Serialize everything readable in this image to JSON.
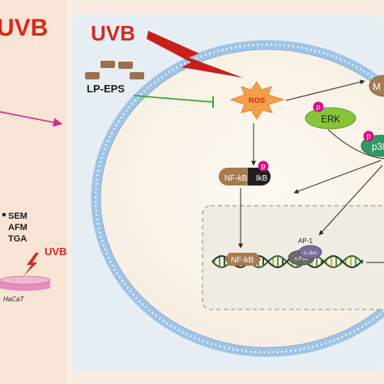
{
  "left_panel": {
    "uvb_title": "UVB",
    "techniques": [
      "SEM",
      "AFM",
      "TGA"
    ],
    "dish_uvb_label": "UVB",
    "dish_label": "HaCaT"
  },
  "main_panel": {
    "uvb_title": "UVB",
    "lp_eps_label": "LP-EPS",
    "ros_label": "ROS",
    "mapk_partial_label": "M",
    "erk_label": "ERK",
    "p38_partial_label": "p38",
    "phospho_marker": "p",
    "nfkb_label": "NF-kB",
    "ikb_label": "IkB",
    "nucleus_nfkb_label": "NF-kB",
    "ap1_label": "AP-1",
    "cfos_label": "c-Fos",
    "cjun_label": "c-Jun"
  },
  "colors": {
    "background": "#f8ede2",
    "left_panel_bg": "#f7e4d4",
    "main_panel_bg": "#e6eef3",
    "cell_bg": "#fbf6ef",
    "uvb_red": "#d42a1e",
    "ros_orange": "#f3a04a",
    "protein_brown": "#a87a52",
    "erk_green": "#86c53a",
    "phospho_magenta": "#d7128a",
    "inhibit_green": "#3aaa35",
    "arrow_magenta": "#d6268f",
    "membrane_blue": "#9ec4e6"
  }
}
